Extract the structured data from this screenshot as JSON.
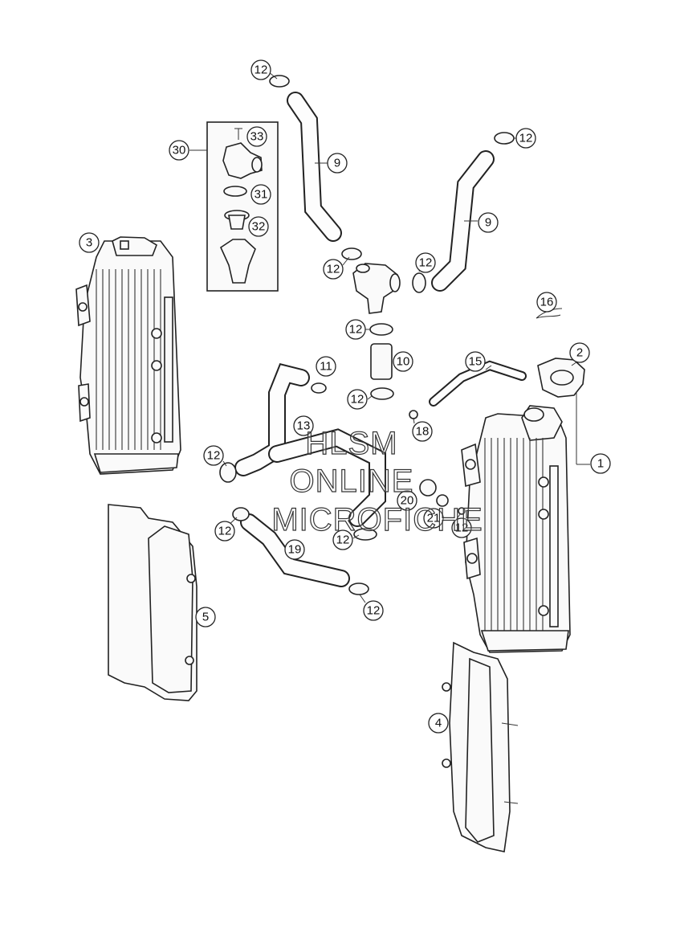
{
  "watermark": {
    "line1": "HLSM",
    "line2": "ONLINE",
    "line3": "MICROFICHE"
  },
  "callouts": [
    {
      "label": "12"
    },
    {
      "label": "12"
    },
    {
      "label": "12"
    },
    {
      "label": "12"
    },
    {
      "label": "12"
    },
    {
      "label": "12"
    },
    {
      "label": "12"
    },
    {
      "label": "12"
    },
    {
      "label": "12"
    },
    {
      "label": "12"
    },
    {
      "label": "12"
    },
    {
      "label": "9"
    },
    {
      "label": "9"
    },
    {
      "label": "30"
    },
    {
      "label": "33"
    },
    {
      "label": "31"
    },
    {
      "label": "32"
    },
    {
      "label": "3"
    },
    {
      "label": "16"
    },
    {
      "label": "10"
    },
    {
      "label": "11"
    },
    {
      "label": "15"
    },
    {
      "label": "2"
    },
    {
      "label": "18"
    },
    {
      "label": "13"
    },
    {
      "label": "1"
    },
    {
      "label": "20"
    },
    {
      "label": "21"
    },
    {
      "label": "19"
    },
    {
      "label": "5"
    },
    {
      "label": "4"
    }
  ]
}
